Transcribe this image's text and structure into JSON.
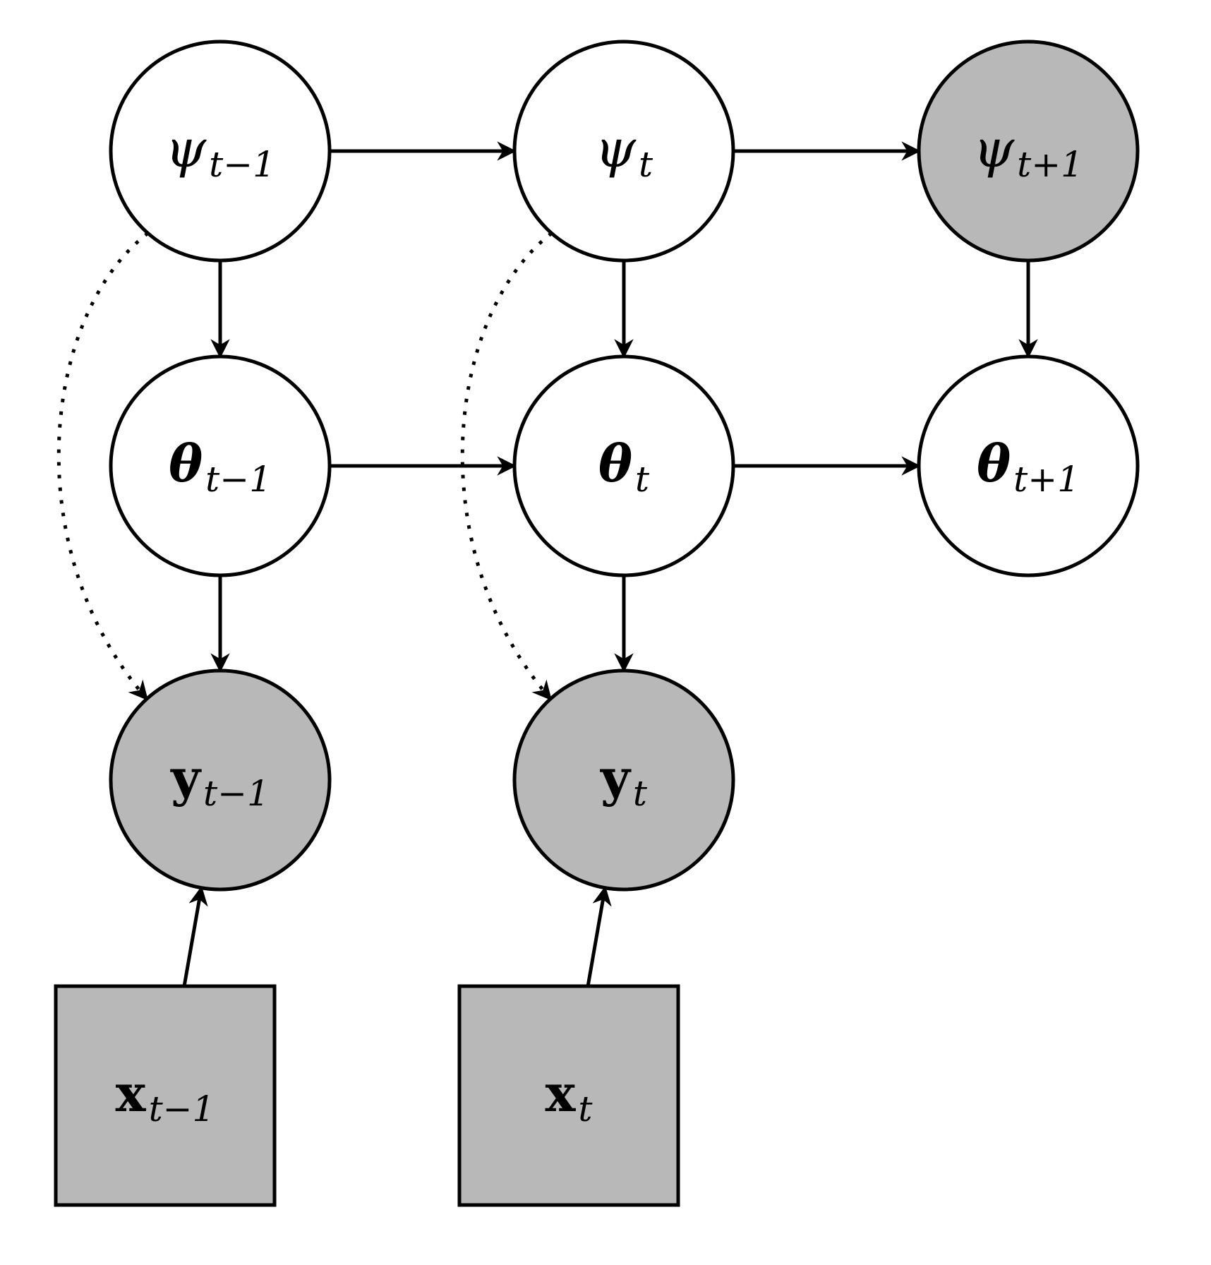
{
  "colors": {
    "observed_fill": "#b8b8b8",
    "latent_fill": "#ffffff",
    "stroke": "#000000"
  },
  "nodes": {
    "psi_prev": {
      "symbol": "ψ",
      "subscript": "t−1",
      "style": "italic",
      "shape": "circle",
      "observed": false
    },
    "psi_curr": {
      "symbol": "ψ",
      "subscript": "t",
      "style": "italic",
      "shape": "circle",
      "observed": false
    },
    "psi_next": {
      "symbol": "ψ",
      "subscript": "t+1",
      "style": "italic",
      "shape": "circle",
      "observed": true
    },
    "theta_prev": {
      "symbol": "θ",
      "subscript": "t−1",
      "style": "bolditalic",
      "shape": "circle",
      "observed": false
    },
    "theta_curr": {
      "symbol": "θ",
      "subscript": "t",
      "style": "bolditalic",
      "shape": "circle",
      "observed": false
    },
    "theta_next": {
      "symbol": "θ",
      "subscript": "t+1",
      "style": "bolditalic",
      "shape": "circle",
      "observed": false
    },
    "y_prev": {
      "symbol": "y",
      "subscript": "t−1",
      "style": "bold",
      "shape": "circle",
      "observed": true
    },
    "y_curr": {
      "symbol": "y",
      "subscript": "t",
      "style": "bold",
      "shape": "circle",
      "observed": true
    },
    "x_prev": {
      "symbol": "x",
      "subscript": "t−1",
      "style": "bold",
      "shape": "square",
      "observed": true
    },
    "x_curr": {
      "symbol": "x",
      "subscript": "t",
      "style": "bold",
      "shape": "square",
      "observed": true
    }
  },
  "edges": [
    {
      "from": "psi_prev",
      "to": "psi_curr",
      "style": "solid"
    },
    {
      "from": "psi_curr",
      "to": "psi_next",
      "style": "solid"
    },
    {
      "from": "theta_prev",
      "to": "theta_curr",
      "style": "solid"
    },
    {
      "from": "theta_curr",
      "to": "theta_next",
      "style": "solid"
    },
    {
      "from": "psi_prev",
      "to": "theta_prev",
      "style": "solid"
    },
    {
      "from": "psi_curr",
      "to": "theta_curr",
      "style": "solid"
    },
    {
      "from": "psi_next",
      "to": "theta_next",
      "style": "solid"
    },
    {
      "from": "theta_prev",
      "to": "y_prev",
      "style": "solid"
    },
    {
      "from": "theta_curr",
      "to": "y_curr",
      "style": "solid"
    },
    {
      "from": "x_prev",
      "to": "y_prev",
      "style": "solid"
    },
    {
      "from": "x_curr",
      "to": "y_curr",
      "style": "solid"
    },
    {
      "from": "psi_prev",
      "to": "y_prev",
      "style": "dotted"
    },
    {
      "from": "psi_curr",
      "to": "y_curr",
      "style": "dotted"
    }
  ]
}
